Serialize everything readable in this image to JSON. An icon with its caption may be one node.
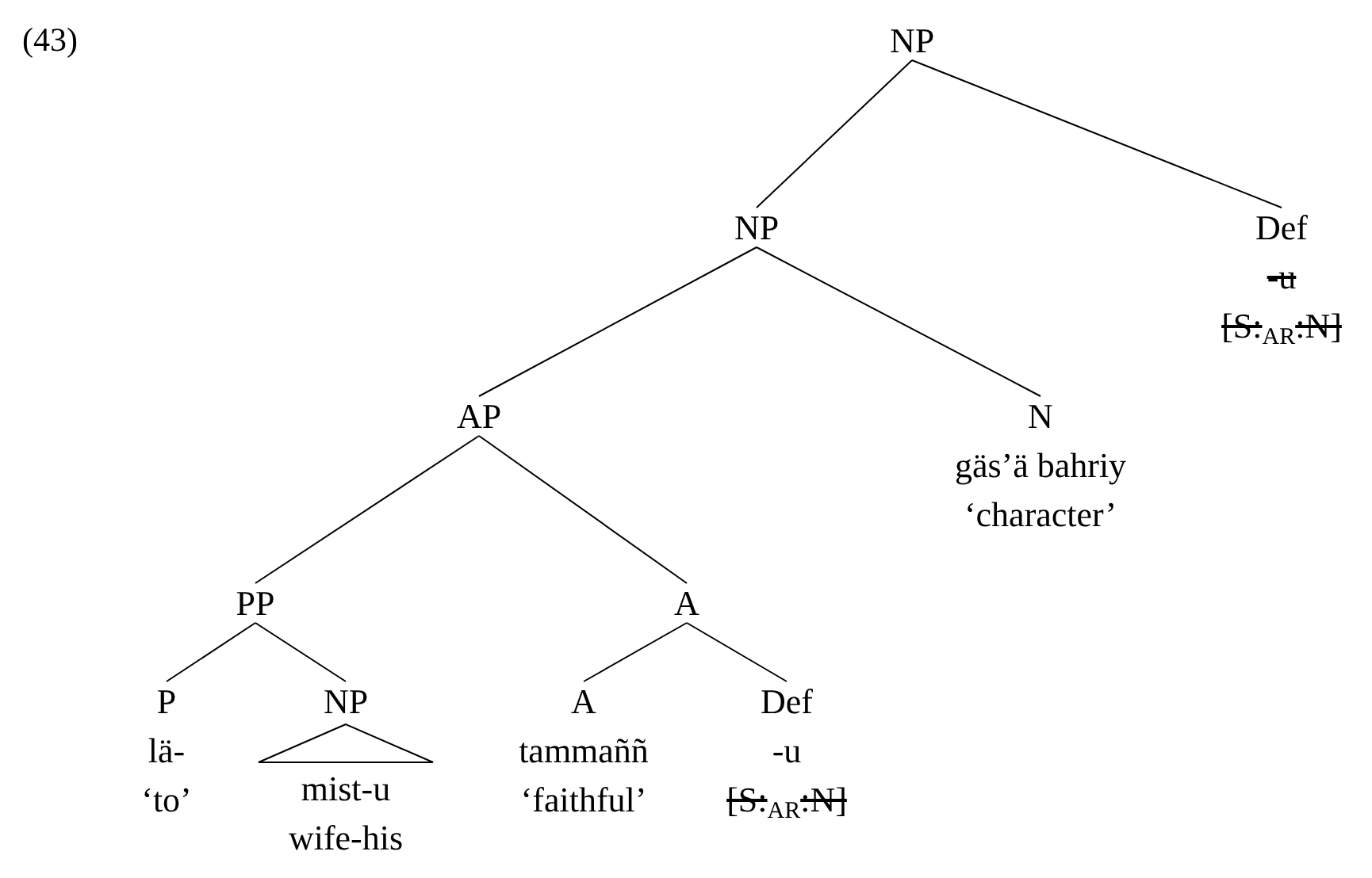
{
  "diagram": {
    "nodes": [
      {
        "text": [
          "NP"
        ]
      },
      {
        "text": [
          "NP"
        ]
      },
      {
        "text": [
          "Def",
          "-u",
          "[S:$_{AR}$:N]"
        ]
      },
      {
        "text": [
          "AP"
        ]
      },
      {
        "text": [
          "N",
          "gäs’ä bahriy",
          "‘character’"
        ]
      },
      {
        "text": [
          "PP"
        ]
      },
      {
        "text": [
          "A"
        ]
      },
      {
        "text": [
          "P",
          "lä-",
          "‘to’"
        ]
      },
      {
        "text": [
          "NP",
          "mist-u",
          "wife-his"
        ]
      },
      {
        "text": [],
        "shape": "triangle",
        "in": 8
      },
      {
        "text": [
          "A",
          "tammaññ",
          "‘faithful’"
        ]
      },
      {
        "text": [
          "Def",
          "-u",
          "[S:$_{AR}$:N]"
        ]
      }
    ],
    "edges": [
      {
        "from": 0,
        "to": 1,
        "arrow": "none"
      },
      {
        "from": 0,
        "to": 2,
        "arrow": "none"
      },
      {
        "from": 1,
        "to": 3,
        "arrow": "none"
      },
      {
        "from": 1,
        "to": 4,
        "arrow": "none"
      },
      {
        "from": 3,
        "to": 5,
        "arrow": "none"
      },
      {
        "from": 3,
        "to": 6,
        "arrow": "none"
      },
      {
        "from": 5,
        "to": 7,
        "arrow": "none"
      },
      {
        "from": 5,
        "to": 8,
        "arrow": "none"
      },
      {
        "from": 6,
        "to": 10,
        "arrow": "none"
      },
      {
        "from": 6,
        "to": 11,
        "arrow": "none"
      }
    ],
    "labels": [
      "(43)"
    ]
  }
}
